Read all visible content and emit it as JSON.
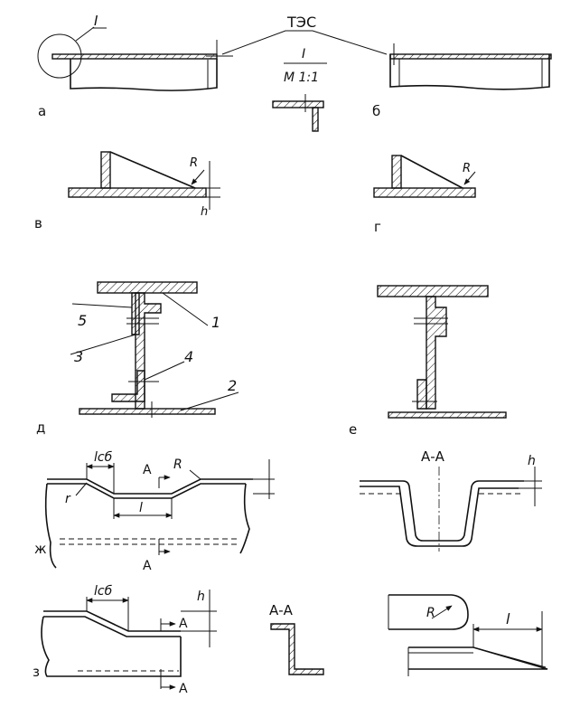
{
  "labels": {
    "a": "а",
    "b": "б",
    "v": "в",
    "g": "г",
    "d": "д",
    "e": "е",
    "zh": "ж",
    "z": "з"
  },
  "annotations": {
    "tes": "ТЭС",
    "detail_mark": "I",
    "detail_title": "I",
    "scale": "M 1:1",
    "radius": "R",
    "radius_small": "r",
    "thickness": "h",
    "length": "l",
    "length_sb": "lсб",
    "section_mark": "A",
    "section_title": "А-А"
  },
  "callouts": [
    "5",
    "1",
    "3",
    "4",
    "2"
  ]
}
